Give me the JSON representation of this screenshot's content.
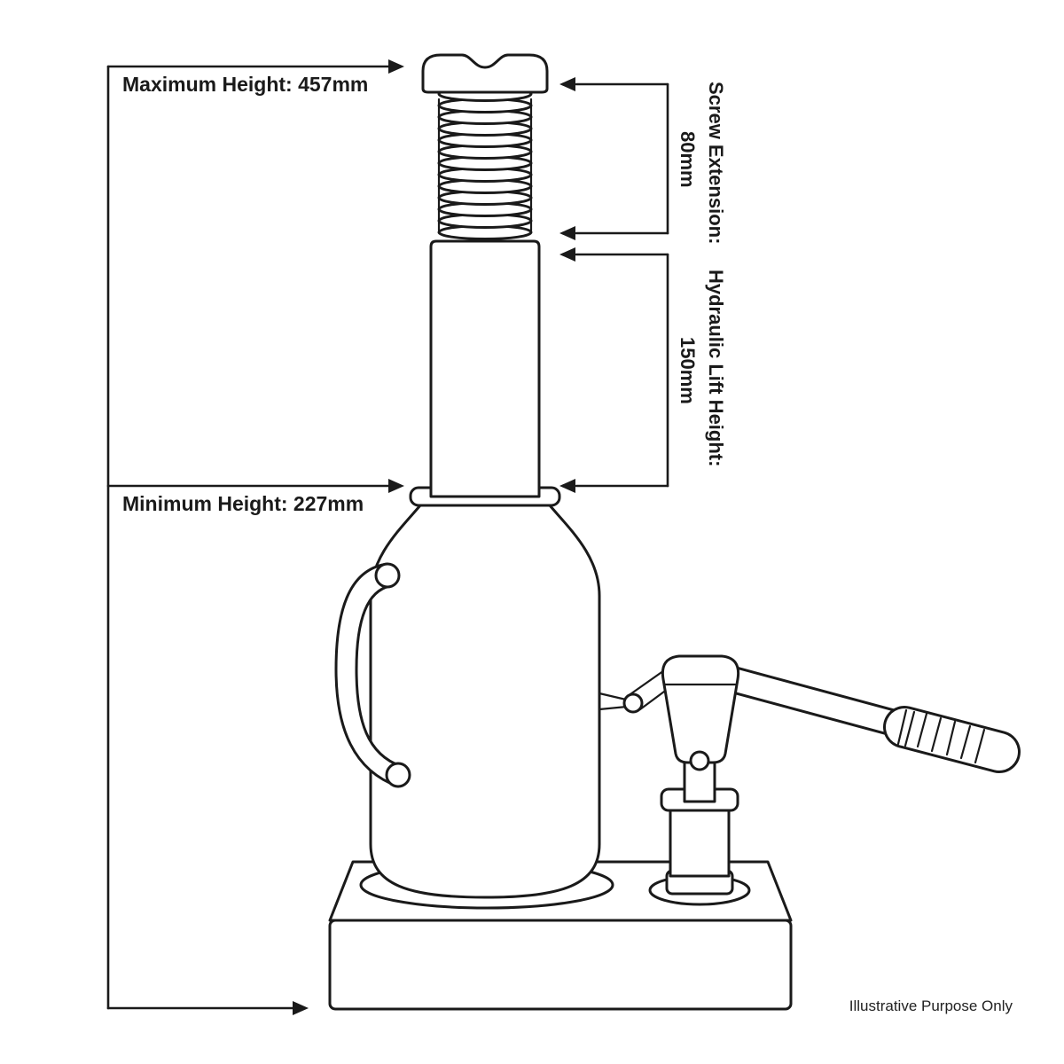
{
  "diagram": {
    "subject": "bottle-jack-dimension-diagram",
    "annotations": {
      "maximum_height": "Maximum Height: 457mm",
      "minimum_height": "Minimum Height: 227mm",
      "screw_extension_label": "Screw Extension:",
      "screw_extension_value": "80mm",
      "hydraulic_lift_label": "Hydraulic Lift Height:",
      "hydraulic_lift_value": "150mm",
      "footnote": "Illustrative Purpose Only"
    },
    "colors": {
      "line": "#1a1a1a",
      "background": "#ffffff"
    }
  }
}
